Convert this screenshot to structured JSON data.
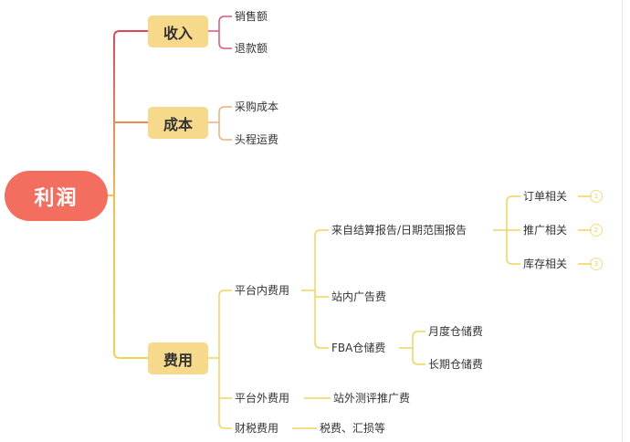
{
  "root": "利润",
  "branches": {
    "income": {
      "label": "收入",
      "children": [
        "销售额",
        "退款额"
      ]
    },
    "cost": {
      "label": "成本",
      "children": [
        "采购成本",
        "头程运费"
      ]
    },
    "expense": {
      "label": "费用",
      "platform_internal": {
        "label": "平台内费用",
        "settlement": {
          "label": "来自结算报告/日期范围报告",
          "children": [
            "订单相关",
            "推广相关",
            "库存相关"
          ],
          "badges": [
            "1",
            "2",
            "3"
          ]
        },
        "ads": "站内广告费",
        "fba": {
          "label": "FBA仓储费",
          "children": [
            "月度仓储费",
            "长期仓储费"
          ]
        }
      },
      "platform_external": {
        "label": "平台外费用",
        "child": "站外测评推广费"
      },
      "tax": {
        "label": "财税费用",
        "child": "税费、汇损等"
      }
    }
  },
  "colors": {
    "root": "#f36e5e",
    "node": "#f6d98a",
    "red": "#e0455a",
    "orange": "#f0a35a",
    "yellow": "#f5cd4a"
  }
}
